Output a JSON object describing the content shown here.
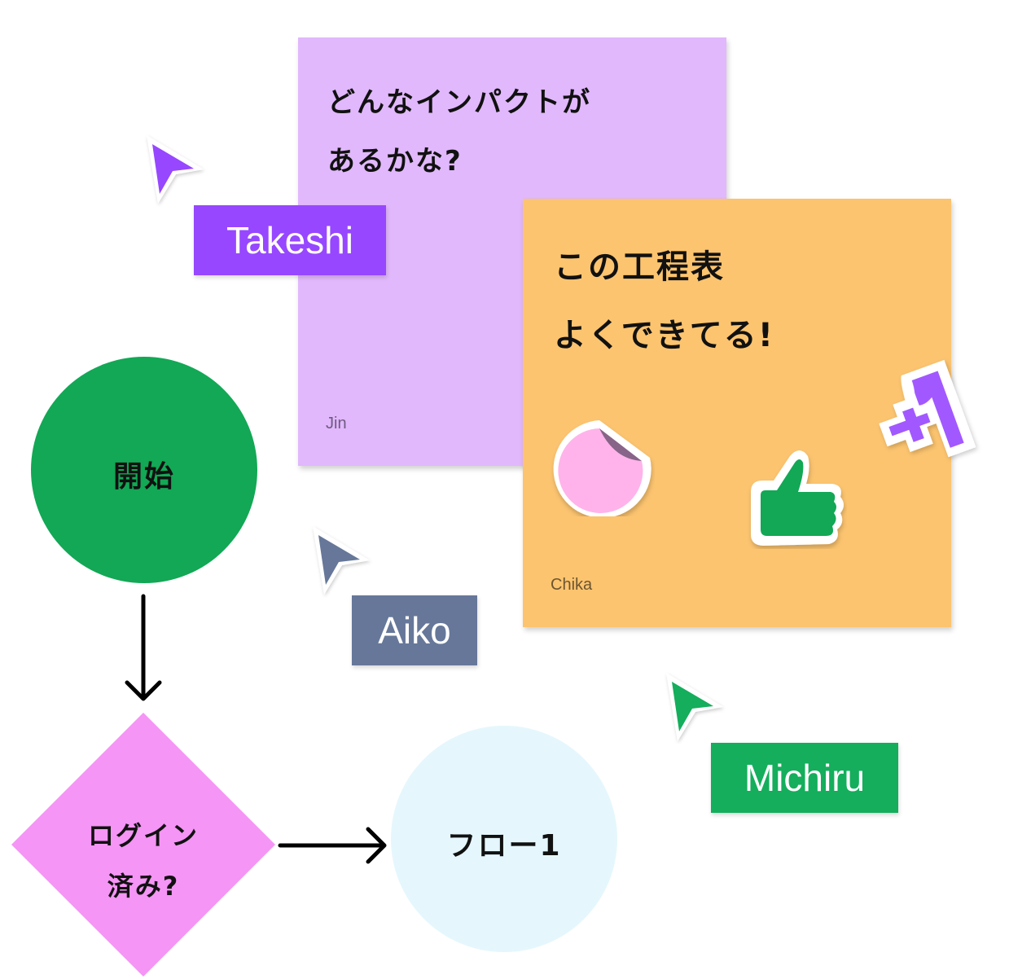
{
  "canvas": {
    "background": "#ffffff"
  },
  "sticky_notes": [
    {
      "id": "purple-note",
      "color": "#e1b8fc",
      "lines": [
        "どんなインパクトが",
        "あるかな?"
      ],
      "author": "Jin"
    },
    {
      "id": "orange-note",
      "color": "#fcc46f",
      "lines": [
        "この工程表",
        "よくできてる!"
      ],
      "author": "Chika"
    }
  ],
  "stickers": [
    {
      "name": "peeling-circle-sticker",
      "color": "#ffb3ea"
    },
    {
      "name": "thumbs-up-sticker",
      "color": "#12a855"
    },
    {
      "name": "plus-one-sticker",
      "label": "+1",
      "color": "#a259ff"
    }
  ],
  "cursors": [
    {
      "user": "Takeshi",
      "color": "#9747ff"
    },
    {
      "user": "Aiko",
      "color": "#667799"
    },
    {
      "user": "Michiru",
      "color": "#14ae5c"
    }
  ],
  "flowchart": {
    "start": {
      "label": "開始",
      "color": "#12a855"
    },
    "decision": {
      "lines": [
        "ログイン",
        "済み?"
      ],
      "color": "#f595f5"
    },
    "flow": {
      "label": "フロー1",
      "color": "#e5f7fd"
    },
    "connectors": [
      {
        "from": "開始",
        "to": "ログイン済み?",
        "direction": "down"
      },
      {
        "from": "ログイン済み?",
        "to": "フロー1",
        "direction": "right"
      }
    ]
  }
}
